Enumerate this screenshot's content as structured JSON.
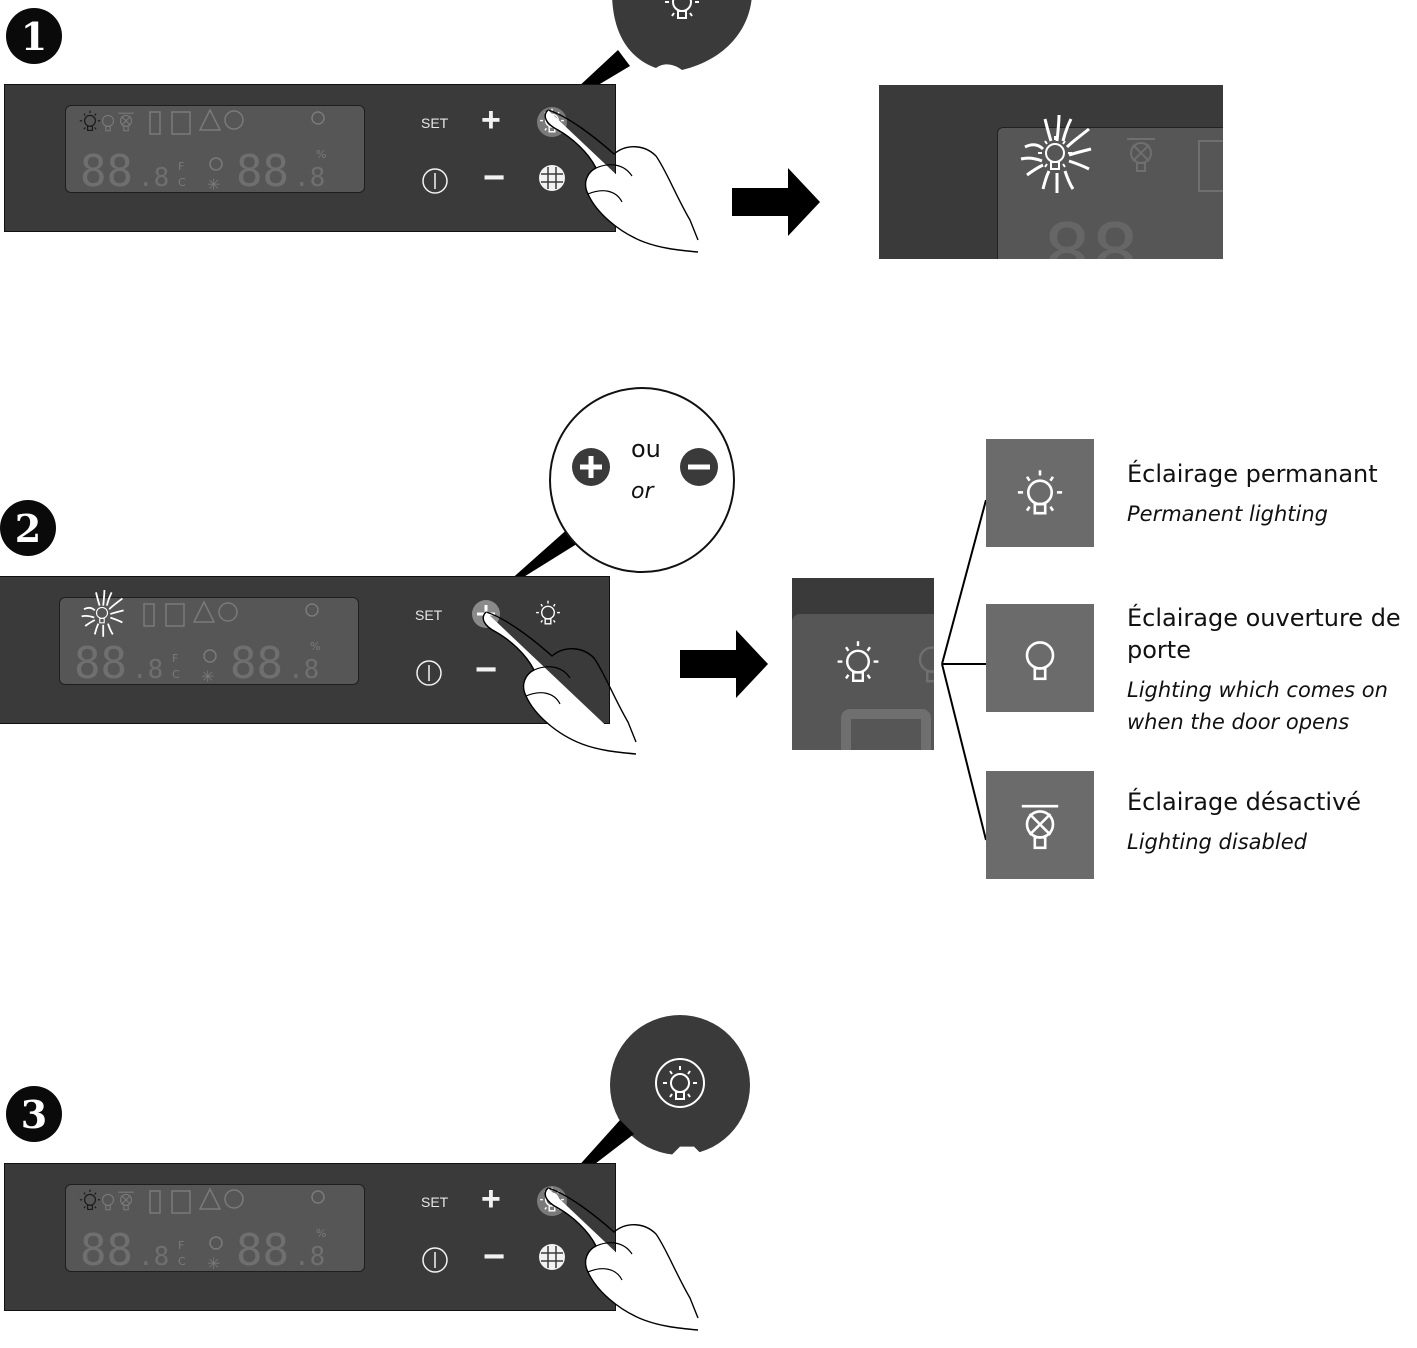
{
  "steps": [
    {
      "number": "1"
    },
    {
      "number": "2"
    },
    {
      "number": "3"
    }
  ],
  "panel": {
    "set_label": "SET",
    "unit_f": "F",
    "unit_c": "C",
    "percent": "%"
  },
  "step2_callout": {
    "ou": "ou",
    "or": "or"
  },
  "options": [
    {
      "icon": "lamp-on-icon",
      "label_fr": "Éclairage permanant",
      "label_en": "Permanent lighting"
    },
    {
      "icon": "lamp-door-icon",
      "label_fr_line1": "Éclairage ouverture de",
      "label_fr_line2": "porte",
      "label_en_line1": "Lighting which comes on",
      "label_en_line2": "when the door opens"
    },
    {
      "icon": "lamp-off-icon",
      "label_fr": "Éclairage désactivé",
      "label_en": "Lighting disabled"
    }
  ],
  "colors": {
    "panel": "#3a3a3a",
    "lcd": "#565656",
    "option_box": "#6b6b6b",
    "arrow": "#000000"
  }
}
